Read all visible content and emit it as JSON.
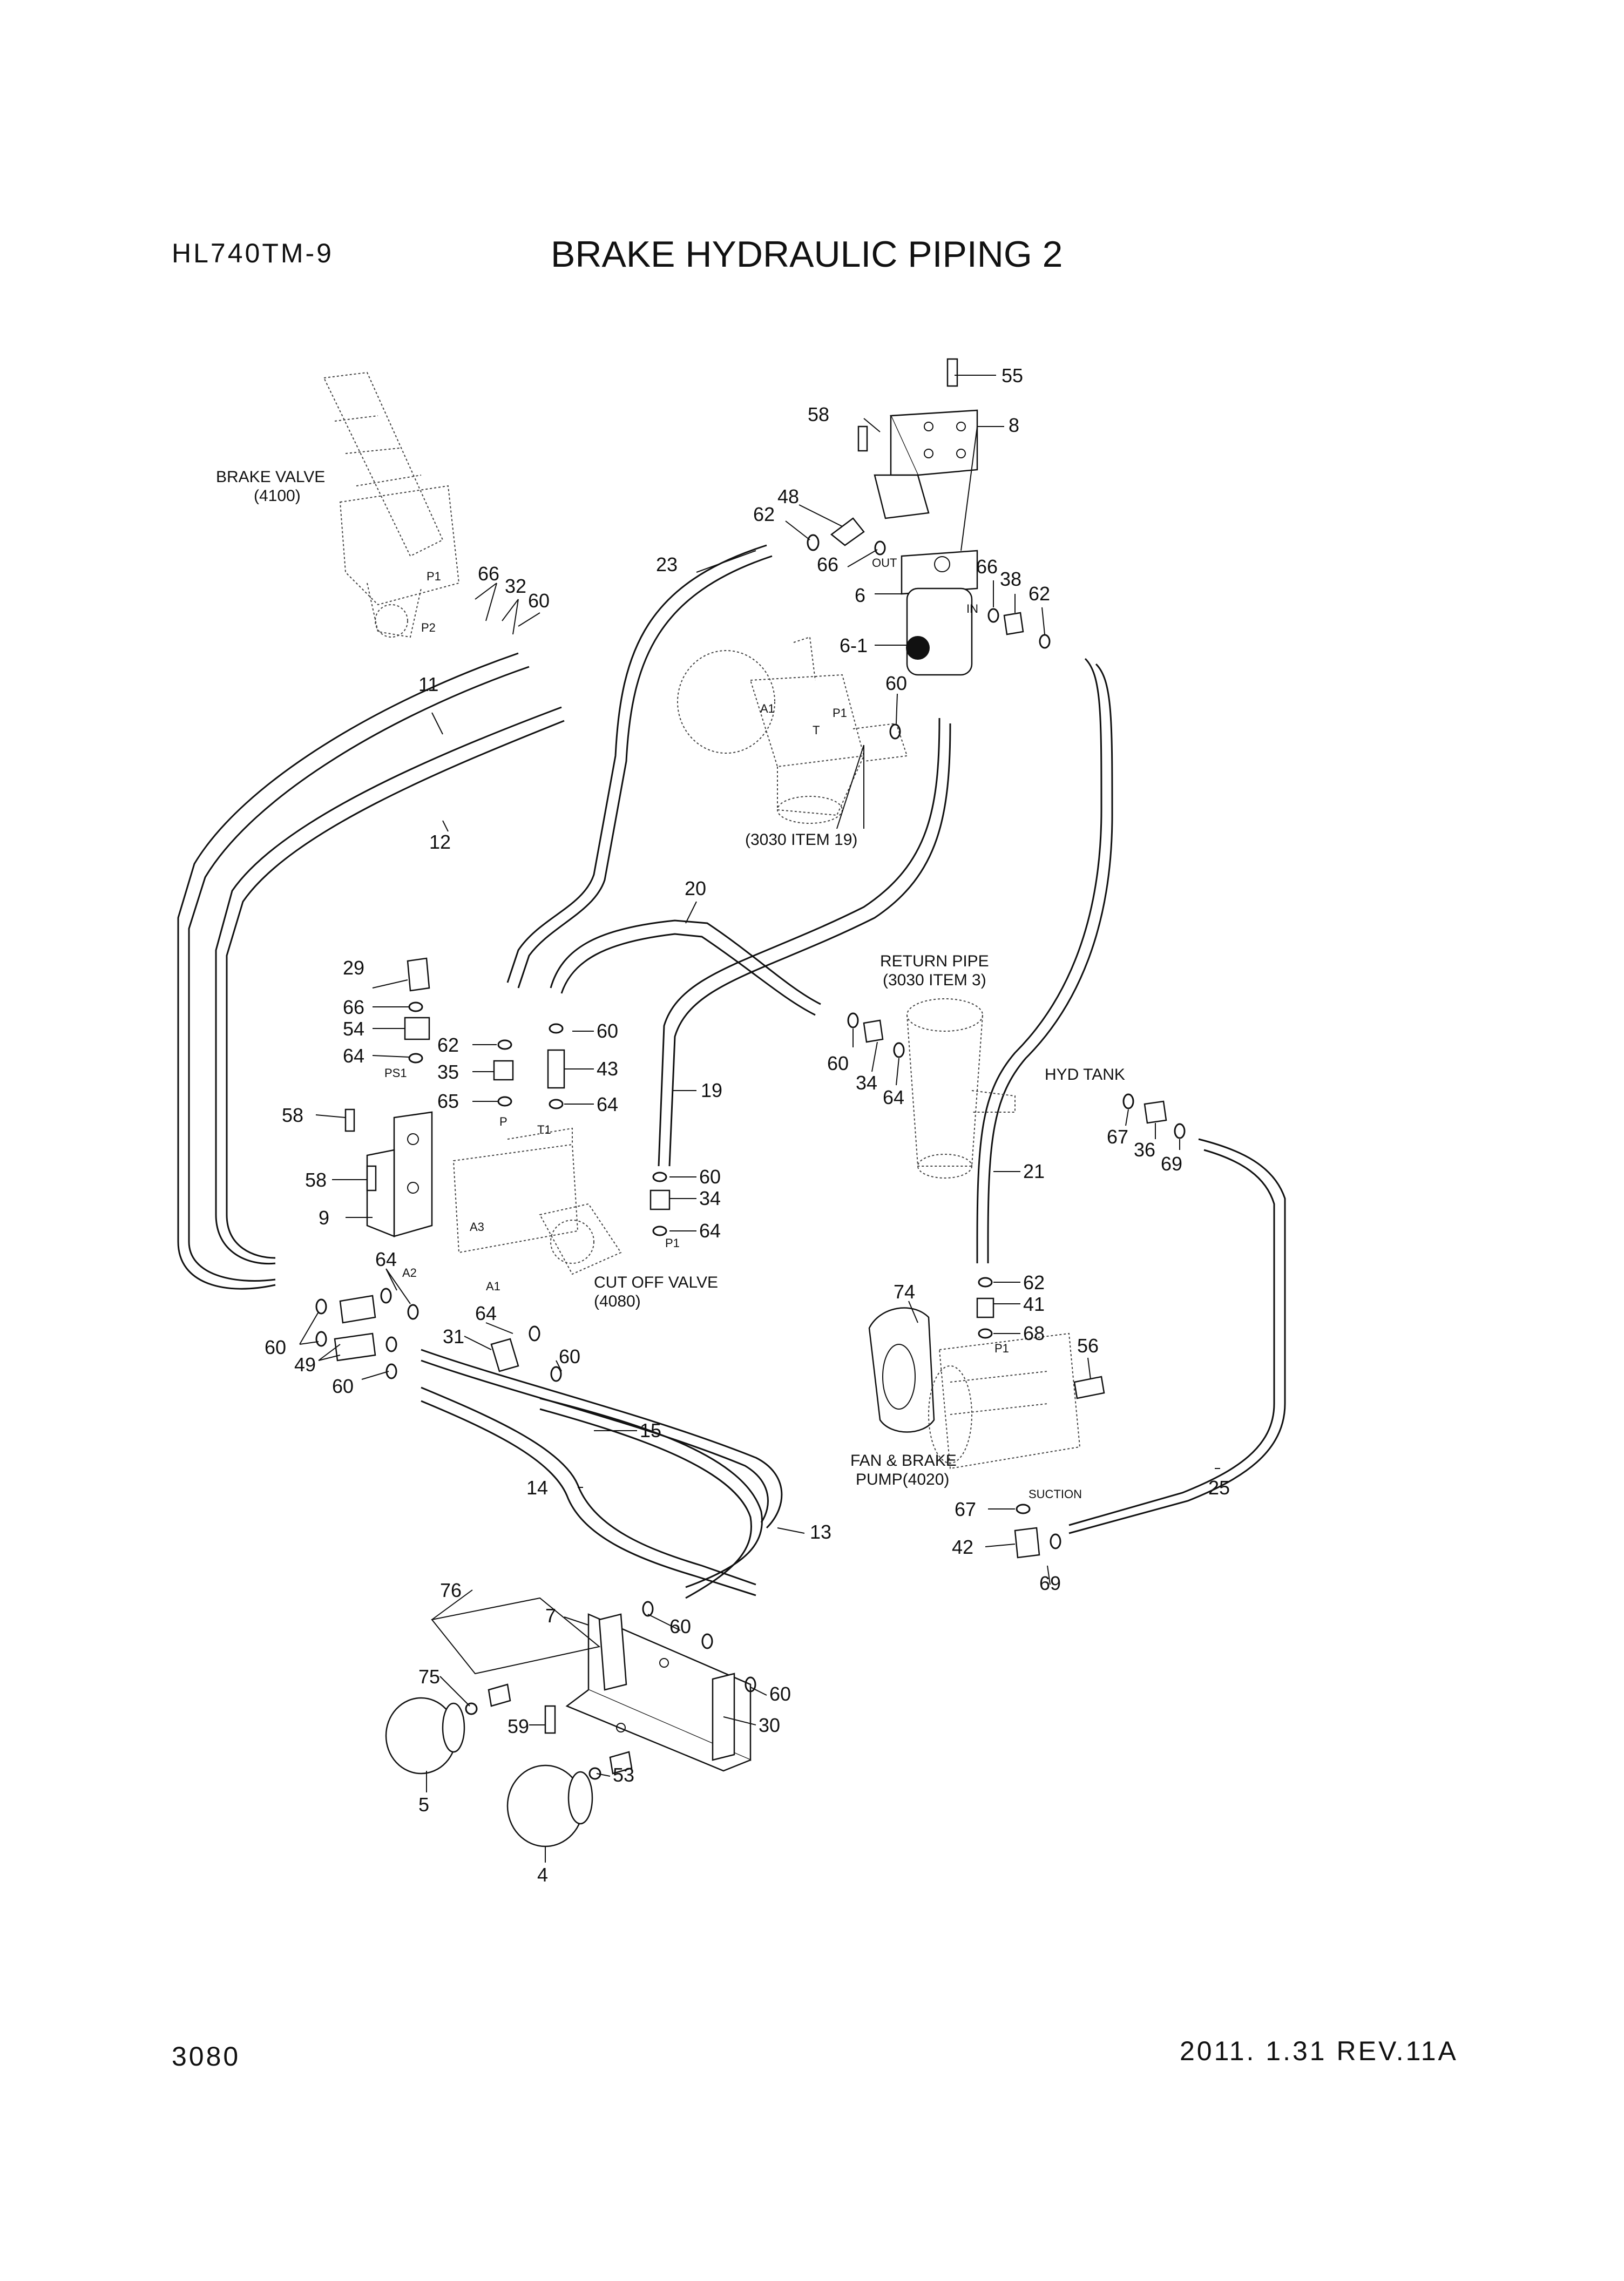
{
  "header": {
    "model": "HL740TM-9",
    "title": "BRAKE HYDRAULIC PIPING 2"
  },
  "footer": {
    "page_number": "3080",
    "revision": "2011. 1.31  REV.11A"
  },
  "components": {
    "brake_valve": "BRAKE VALVE",
    "brake_valve_ref": "(4100)",
    "item19_ref": "(3030 ITEM 19)",
    "return_pipe": "RETURN PIPE",
    "return_pipe_ref": "(3030 ITEM 3)",
    "hyd_tank": "HYD TANK",
    "cut_off_valve": "CUT OFF VALVE",
    "cut_off_valve_ref": "(4080)",
    "fan_brake_pump": "FAN & BRAKE",
    "fan_brake_pump_ref": "PUMP(4020)"
  },
  "ports": {
    "p1": "P1",
    "p2": "P2",
    "out": "OUT",
    "in": "IN",
    "a1": "A1",
    "t": "T",
    "ps1": "PS1",
    "p": "P",
    "t1": "T1",
    "a3": "A3",
    "a2": "A2",
    "suction": "SUCTION"
  },
  "callouts": {
    "c55": "55",
    "c58a": "58",
    "c8": "8",
    "c48": "48",
    "c62a": "62",
    "c66a": "66",
    "c6": "6",
    "c61": "6-1",
    "c66b": "66",
    "c38": "38",
    "c62b": "62",
    "c66c": "66",
    "c32": "32",
    "c60a": "60",
    "c23": "23",
    "c60b": "60",
    "c11": "11",
    "c12": "12",
    "c20": "20",
    "c29": "29",
    "c66d": "66",
    "c54": "54",
    "c64a": "64",
    "c62c": "62",
    "c60c": "60",
    "c35": "35",
    "c43": "43",
    "c65": "65",
    "c64b": "64",
    "c19": "19",
    "c60d": "60",
    "c34a": "34",
    "c64c": "64",
    "c58b": "58",
    "c58c": "58",
    "c9": "9",
    "c60e": "60",
    "c34b": "34",
    "c64d": "64",
    "c67a": "67",
    "c36": "36",
    "c69a": "69",
    "c21": "21",
    "c64e": "64",
    "c64f": "64",
    "c31": "31",
    "c60f": "60",
    "c60g": "60",
    "c49": "49",
    "c60h": "60",
    "c74": "74",
    "c62d": "62",
    "c41": "41",
    "c68": "68",
    "c56": "56",
    "c15": "15",
    "c14": "14",
    "c67b": "67",
    "c25": "25",
    "c42": "42",
    "c69b": "69",
    "c13": "13",
    "c76": "76",
    "c7": "7",
    "c60i": "60",
    "c75": "75",
    "c60j": "60",
    "c59": "59",
    "c30": "30",
    "c5": "5",
    "c53": "53",
    "c4": "4"
  }
}
